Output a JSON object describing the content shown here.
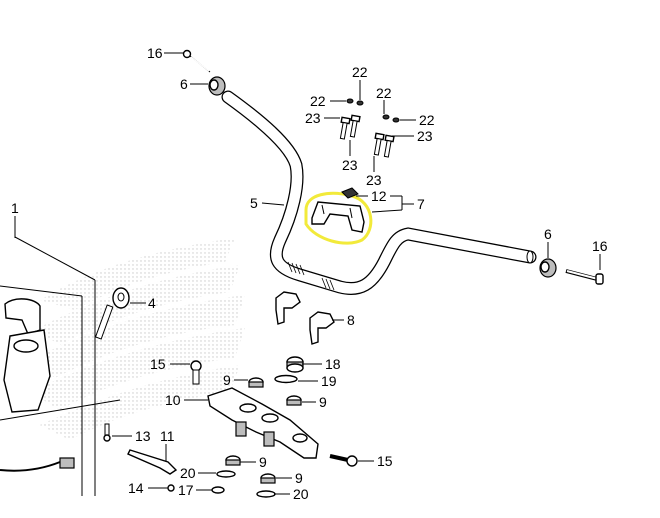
{
  "callouts": [
    {
      "id": "c16a",
      "text": "16"
    },
    {
      "id": "c6a",
      "text": "6"
    },
    {
      "id": "c22a",
      "text": "22"
    },
    {
      "id": "c22b",
      "text": "22"
    },
    {
      "id": "c22c",
      "text": "22"
    },
    {
      "id": "c22d",
      "text": "22"
    },
    {
      "id": "c23a",
      "text": "23"
    },
    {
      "id": "c23b",
      "text": "23"
    },
    {
      "id": "c23c",
      "text": "23"
    },
    {
      "id": "c23d",
      "text": "23"
    },
    {
      "id": "c12",
      "text": "12"
    },
    {
      "id": "c7",
      "text": "7"
    },
    {
      "id": "c5",
      "text": "5"
    },
    {
      "id": "c1",
      "text": "1"
    },
    {
      "id": "c6b",
      "text": "6"
    },
    {
      "id": "c16b",
      "text": "16"
    },
    {
      "id": "c4",
      "text": "4"
    },
    {
      "id": "c8",
      "text": "8"
    },
    {
      "id": "c15a",
      "text": "15"
    },
    {
      "id": "c18",
      "text": "18"
    },
    {
      "id": "c9a",
      "text": "9"
    },
    {
      "id": "c19",
      "text": "19"
    },
    {
      "id": "c10",
      "text": "10"
    },
    {
      "id": "c9b",
      "text": "9"
    },
    {
      "id": "c13",
      "text": "13"
    },
    {
      "id": "c11",
      "text": "11"
    },
    {
      "id": "c9c",
      "text": "9"
    },
    {
      "id": "c15b",
      "text": "15"
    },
    {
      "id": "c20a",
      "text": "20"
    },
    {
      "id": "c9d",
      "text": "9"
    },
    {
      "id": "c14",
      "text": "14"
    },
    {
      "id": "c17",
      "text": "17"
    },
    {
      "id": "c20b",
      "text": "20"
    }
  ],
  "colors": {
    "highlight": "#f2ea3a",
    "line": "#000000",
    "watermark_dot": "#bfbfbf"
  }
}
